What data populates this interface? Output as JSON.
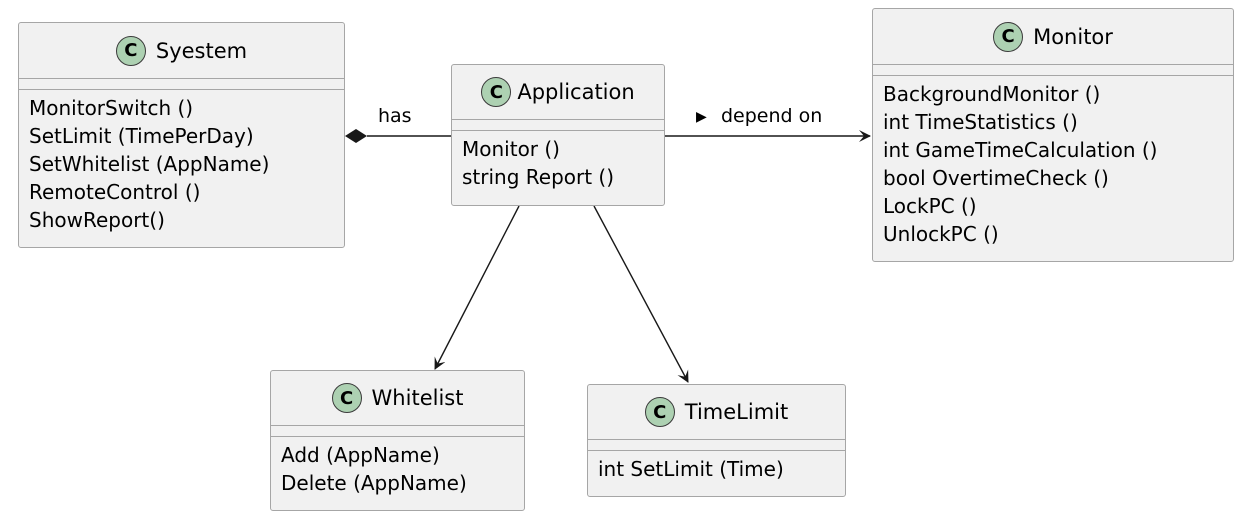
{
  "classes": {
    "syestem": {
      "name": "Syestem",
      "stereotype": "C",
      "methods": [
        "MonitorSwitch ()",
        "SetLimit (TimePerDay)",
        "SetWhitelist (AppName)",
        "RemoteControl ()",
        "ShowReport()"
      ]
    },
    "application": {
      "name": "Application",
      "stereotype": "C",
      "methods": [
        "Monitor ()",
        "string Report ()"
      ]
    },
    "monitor": {
      "name": "Monitor",
      "stereotype": "C",
      "methods": [
        "BackgroundMonitor ()",
        "int TimeStatistics ()",
        "int GameTimeCalculation ()",
        "bool OvertimeCheck ()",
        "LockPC ()",
        "UnlockPC ()"
      ]
    },
    "whitelist": {
      "name": "Whitelist",
      "stereotype": "C",
      "methods": [
        "Add (AppName)",
        "Delete (AppName)"
      ]
    },
    "timelimit": {
      "name": "TimeLimit",
      "stereotype": "C",
      "methods": [
        "int SetLimit (Time)"
      ]
    }
  },
  "relations": {
    "has": {
      "label": "has",
      "type": "composition"
    },
    "depend": {
      "label": "depend on",
      "direction_glyph": "▶",
      "type": "association"
    },
    "app_whitelist": {
      "type": "association"
    },
    "app_timelimit": {
      "type": "association"
    }
  },
  "colors": {
    "class_fill": "#f1f1f1",
    "class_border": "#a6a6a6",
    "badge_fill": "#add1b2",
    "edge": "#181818"
  }
}
